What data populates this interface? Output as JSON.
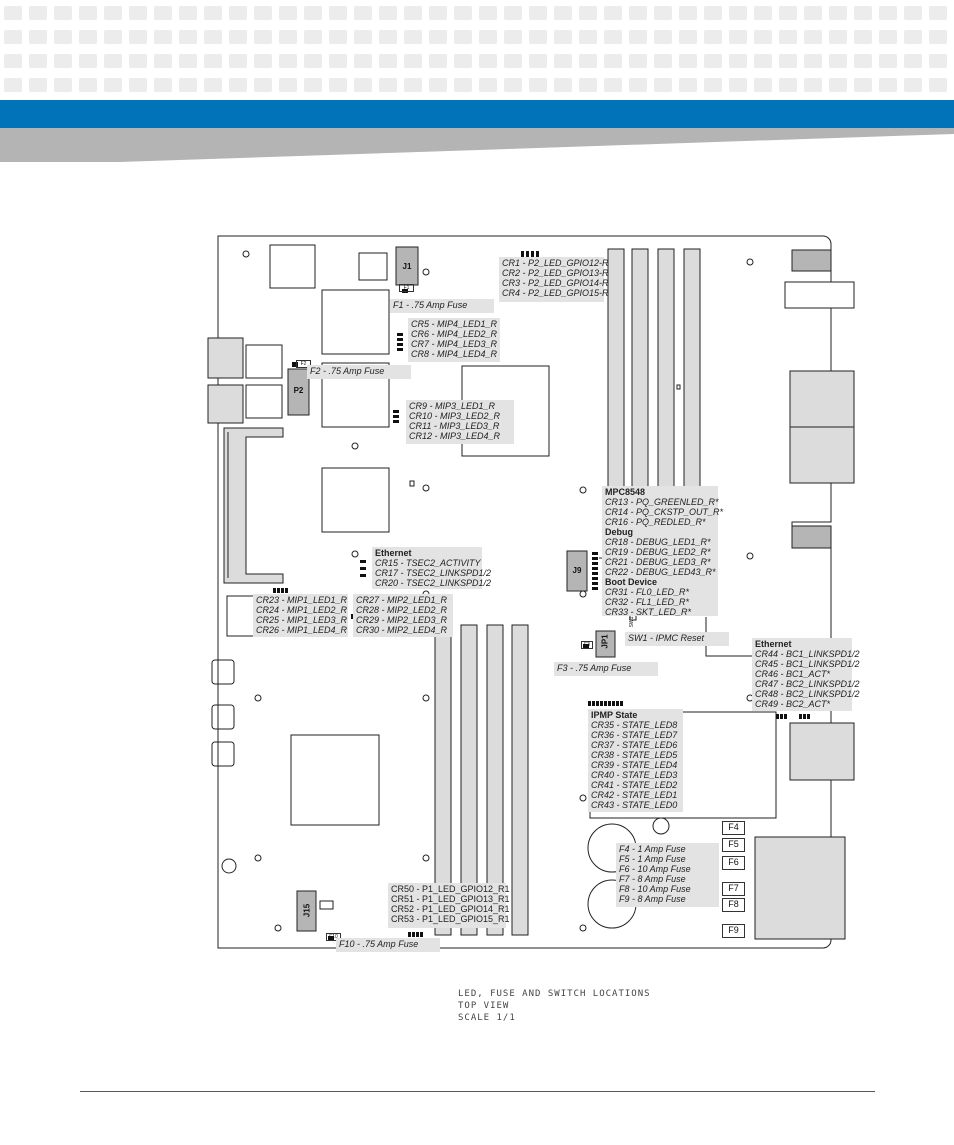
{
  "connectors": {
    "j1": "J1",
    "p2": "P2",
    "j9": "J9",
    "jp1": "JP1",
    "j15": "J15",
    "f1_small": "F1",
    "f2_small": "F2",
    "f3_small": "F3",
    "f10_small": "F10",
    "sw1_small": "SW1"
  },
  "fuse_boxes": [
    "F4",
    "F5",
    "F6",
    "F7",
    "F8",
    "F9"
  ],
  "labels": {
    "f1": "F1 - .75 Amp Fuse",
    "f2": "F2 - .75 Amp Fuse",
    "f3": "F3 - .75 Amp Fuse",
    "f10": "F10 - .75 Amp Fuse",
    "sw1": "SW1 - IPMC Reset",
    "p2_gpio": [
      "CR1 - P2_LED_GPIO12-R",
      "CR2 - P2_LED_GPIO13-R",
      "CR3 - P2_LED_GPIO14-R",
      "CR4 - P2_LED_GPIO15-R"
    ],
    "mip4": [
      "CR5 - MIP4_LED1_R",
      "CR6 - MIP4_LED2_R",
      "CR7 - MIP4_LED3_R",
      "CR8 - MIP4_LED4_R"
    ],
    "mip3": [
      "CR9 - MIP3_LED1_R",
      "CR10 - MIP3_LED2_R",
      "CR11 - MIP3_LED3_R",
      "CR12 - MIP3_LED4_R"
    ],
    "eth_tsec": {
      "heading": "Ethernet",
      "lines": [
        "CR15 - TSEC2_ACTIVITY",
        "CR17 - TSEC2_LINKSPD1/2",
        "CR20 - TSEC2_LINKSPD1/2"
      ]
    },
    "mip1": [
      "CR23 - MIP1_LED1_R",
      "CR24 - MIP1_LED2_R",
      "CR25 - MIP1_LED3_R",
      "CR26 - MIP1_LED4_R"
    ],
    "mip2": [
      "CR27 - MIP2_LED1_R",
      "CR28 - MIP2_LED2_R",
      "CR29 - MIP2_LED3_R",
      "CR30 - MIP2_LED4_R"
    ],
    "mpc": {
      "heading": "MPC8548",
      "lines": [
        "CR13 - PQ_GREENLED_R*",
        "CR14 - PQ_CKSTP_OUT_R*",
        "CR16 - PQ_REDLED_R*"
      ],
      "debug_heading": "Debug",
      "debug_lines": [
        "CR18 - DEBUG_LED1_R*",
        "CR19 - DEBUG_LED2_R*",
        "CR21 - DEBUG_LED3_R*",
        "CR22 - DEBUG_LED43_R*"
      ],
      "boot_heading": "Boot Device",
      "boot_lines": [
        "CR31 - FL0_LED_R*",
        "CR32 - FL1_LED_R*",
        "CR33 - SKT_LED_R*"
      ]
    },
    "eth_bc": {
      "heading": "Ethernet",
      "lines": [
        "CR44 - BC1_LINKSPD1/2",
        "CR45 - BC1_LINKSPD1/2",
        "CR46 - BC1_ACT*",
        "CR47 - BC2_LINKSPD1/2",
        "CR48 - BC2_LINKSPD1/2",
        "CR49 - BC2_ACT*"
      ]
    },
    "ipmp": {
      "heading": "IPMP State",
      "lines": [
        "CR35 - STATE_LED8",
        "CR36 - STATE_LED7",
        "CR37 - STATE_LED6",
        "CR38 - STATE_LED5",
        "CR39 - STATE_LED4",
        "CR40 - STATE_LED3",
        "CR41 - STATE_LED2",
        "CR42 - STATE_LED1",
        "CR43 - STATE_LED0"
      ]
    },
    "fuses": [
      "F4 - 1 Amp Fuse",
      "F5 - 1 Amp Fuse",
      "F6 - 10 Amp Fuse",
      "F7 - 8 Amp Fuse",
      "F8 - 10 Amp Fuse",
      "F9 - 8 Amp Fuse"
    ],
    "p1_gpio": [
      "CR50 - P1_LED_GPIO12_R1",
      "CR51 - P1_LED_GPIO13_R1",
      "CR52 - P1_LED_GPIO14_R1",
      "CR53 - P1_LED_GPIO15_R1"
    ]
  },
  "caption": [
    "LED, FUSE AND SWITCH LOCATIONS",
    "TOP VIEW",
    "SCALE  1/1"
  ],
  "colors": {
    "brand_blue": "#0073b9",
    "label_bg": "#e3e3e4",
    "gray_band": "#b4b4b4"
  }
}
